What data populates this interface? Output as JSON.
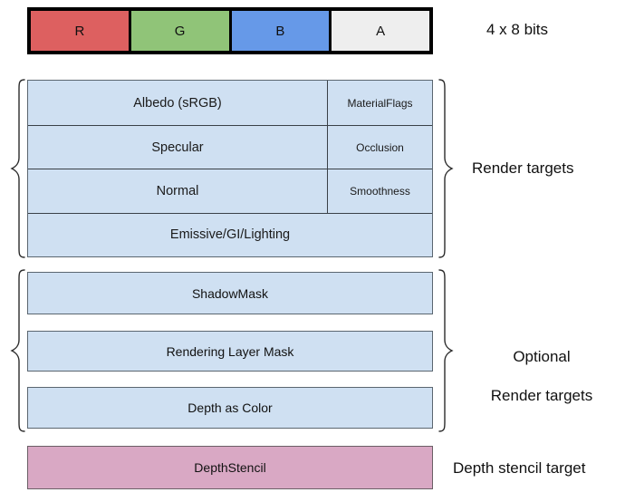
{
  "diagram": {
    "title_semantic": "gbuffer-render-target-layout",
    "channel_bar": {
      "name": "rgba-channel-bar",
      "channels": [
        {
          "label": "R",
          "color": "#dd6060"
        },
        {
          "label": "G",
          "color": "#90c478"
        },
        {
          "label": "B",
          "color": "#6699e8"
        },
        {
          "label": "A",
          "color": "#eeeeee"
        }
      ],
      "side_label": "4 x 8 bits"
    },
    "render_targets": {
      "side_label": "Render targets",
      "rows": [
        {
          "left": "Albedo (sRGB)",
          "right": "MaterialFlags"
        },
        {
          "left": "Specular",
          "right": "Occlusion"
        },
        {
          "left": "Normal",
          "right": "Smoothness"
        },
        {
          "left": "Emissive/GI/Lighting",
          "right": ""
        }
      ]
    },
    "optional_render_targets": {
      "side_label": "Optional\nRender targets",
      "side_label_line1": "Optional",
      "side_label_line2": "Render targets",
      "blocks": [
        {
          "label": "ShadowMask"
        },
        {
          "label": "Rendering Layer Mask"
        },
        {
          "label": "Depth as Color"
        }
      ]
    },
    "depth_stencil": {
      "block_label": "DepthStencil",
      "side_label": "Depth stencil target",
      "color": "#d9a8c4"
    },
    "colors": {
      "block_fill": "#cfe0f2",
      "block_border": "#5b6670",
      "depth_fill": "#d9a8c4",
      "depth_border": "#6b5f66",
      "text": "#111111",
      "brace": "#2b2b2b",
      "background": "#ffffff"
    }
  }
}
